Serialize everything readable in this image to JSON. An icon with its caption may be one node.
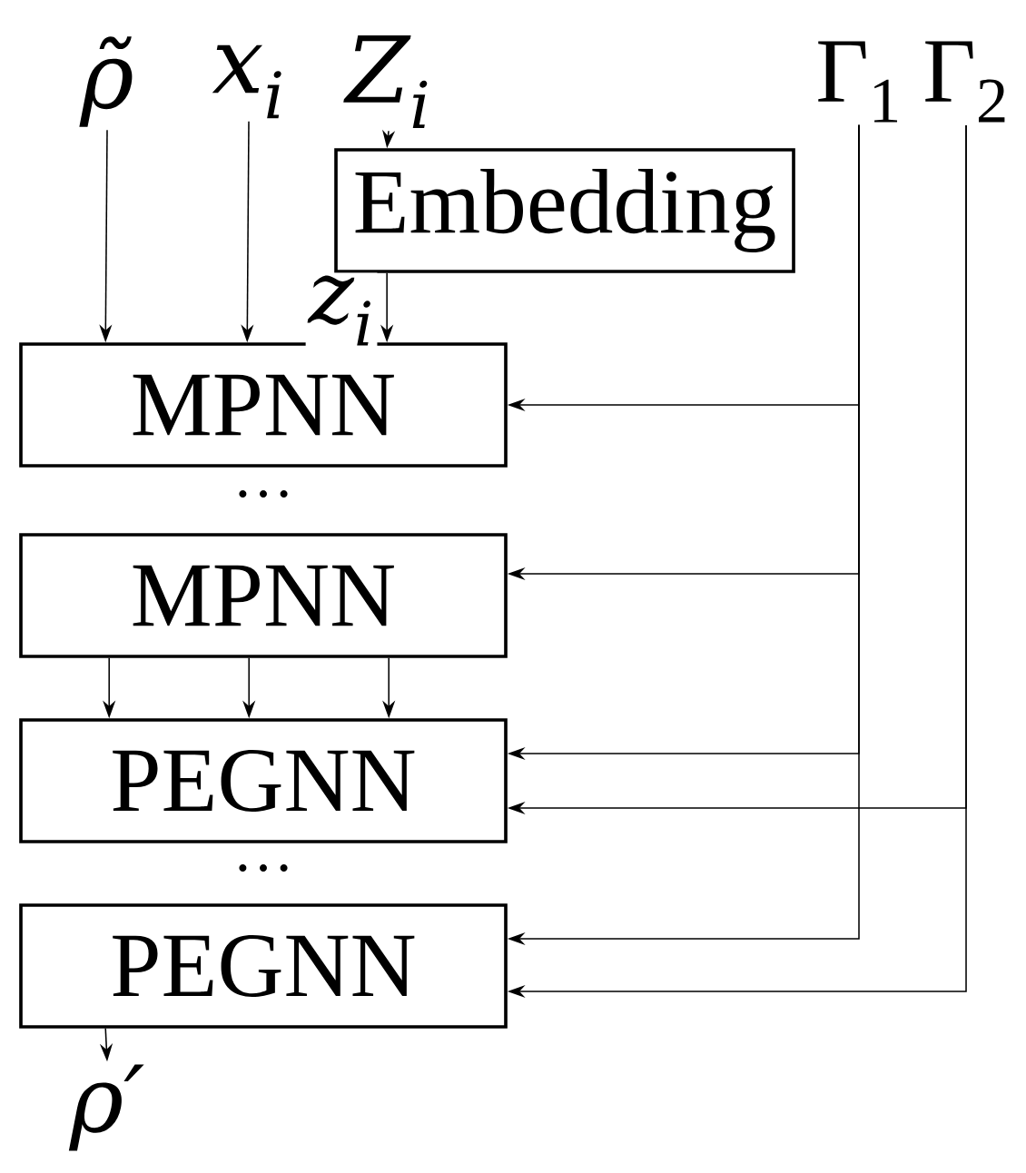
{
  "diagram": {
    "nodes": [
      {
        "text": [
          "ρ̃"
        ]
      },
      {
        "text": [
          "x$_{i}$"
        ]
      },
      {
        "text": [
          "Z$_{i}$"
        ]
      },
      {
        "text": [
          "Γ$_{1}$"
        ]
      },
      {
        "text": [
          "Γ$_{2}$"
        ]
      },
      {
        "text": [
          "Embedding"
        ]
      },
      {
        "text": [
          "MPNN"
        ]
      },
      {
        "text": [
          "MPNN"
        ]
      },
      {
        "text": [
          "PEGNN"
        ]
      },
      {
        "text": [
          "PEGNN"
        ]
      },
      {
        "text": [
          "ρ′"
        ]
      }
    ],
    "edges": [
      {
        "from": 0,
        "to": 6,
        "arrow": "to"
      },
      {
        "from": 1,
        "to": 6,
        "arrow": "to"
      },
      {
        "from": 2,
        "to": 5,
        "arrow": "to"
      },
      {
        "from": 5,
        "to": 6,
        "arrow": "to",
        "label": "z$_{i}$"
      },
      {
        "from": 3,
        "to": 6,
        "arrow": "to"
      },
      {
        "from": 3,
        "to": 7,
        "arrow": "to"
      },
      {
        "from": 3,
        "to": 8,
        "arrow": "to"
      },
      {
        "from": 3,
        "to": 9,
        "arrow": "to"
      },
      {
        "from": 4,
        "to": 8,
        "arrow": "to"
      },
      {
        "from": 4,
        "to": 9,
        "arrow": "to"
      },
      {
        "from": 7,
        "to": 8,
        "arrow": "to"
      },
      {
        "from": 7,
        "to": 8,
        "arrow": "to"
      },
      {
        "from": 7,
        "to": 8,
        "arrow": "to"
      },
      {
        "from": 9,
        "to": 10,
        "arrow": "to"
      }
    ],
    "labels": [
      "…",
      "…"
    ]
  }
}
